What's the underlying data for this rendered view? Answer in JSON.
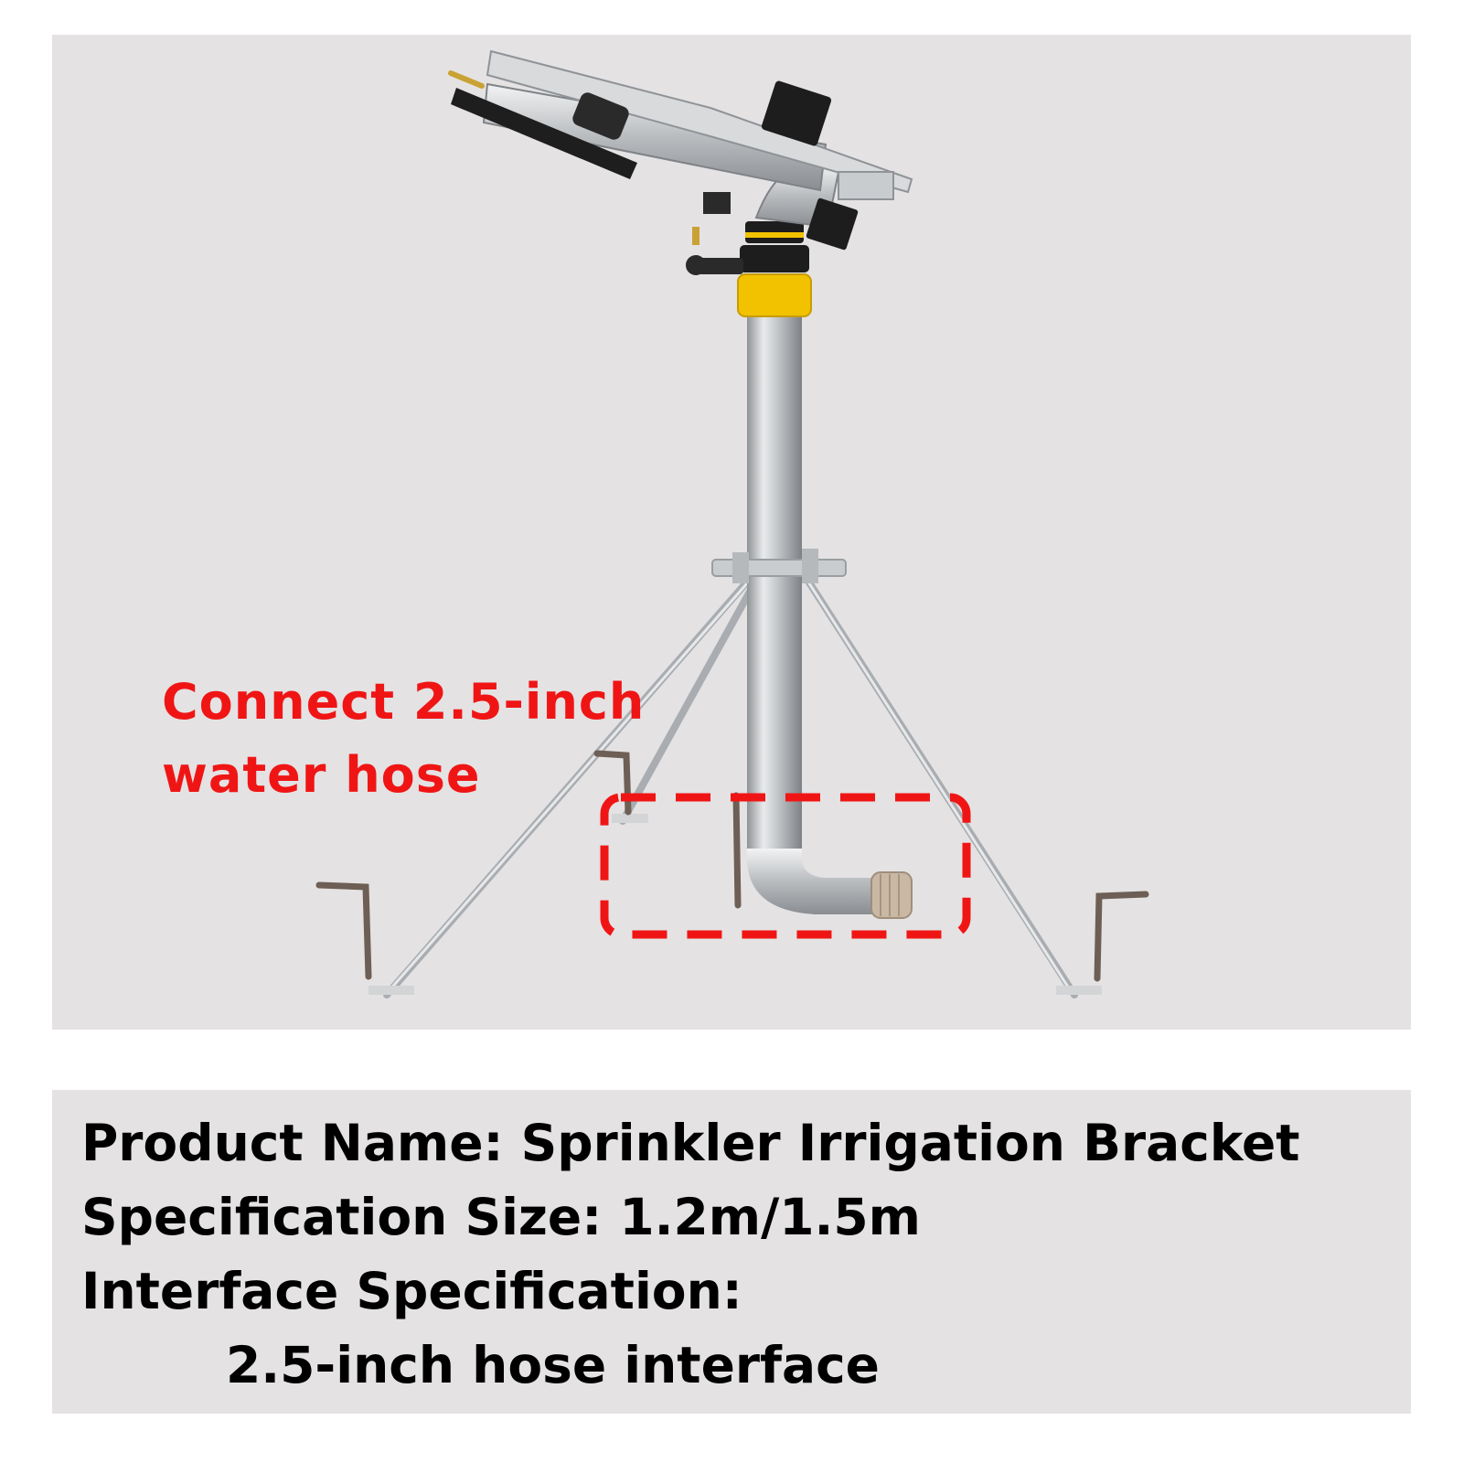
{
  "callout": {
    "line1": "Connect 2.5-inch",
    "line2": "water hose"
  },
  "info": {
    "product_name": "Product Name: Sprinkler Irrigation Bracket",
    "specification_size": "Specification Size: 1.2m/1.5m",
    "interface_label": "Interface Specification:",
    "interface_value": "2.5-inch hose interface"
  },
  "colors": {
    "panel_background": "#e4e2e3",
    "callout_red": "#f01515",
    "highlight_box": "#f01515",
    "coupling_yellow": "#f2c200"
  }
}
